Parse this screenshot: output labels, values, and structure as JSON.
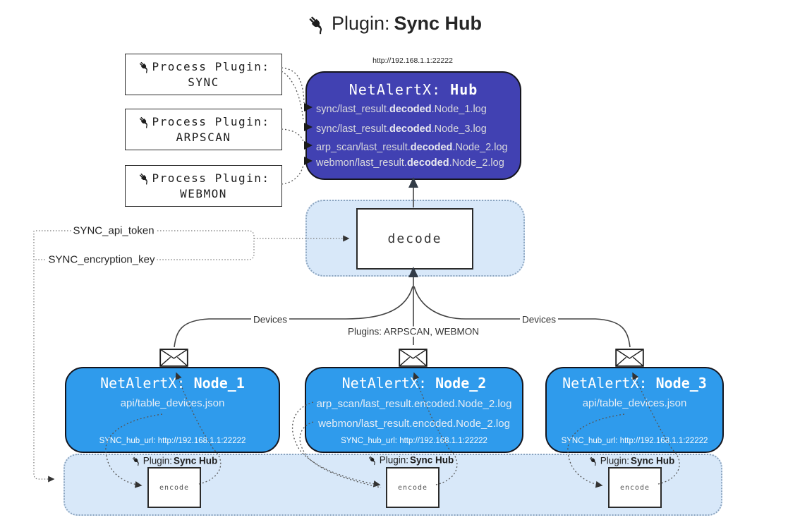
{
  "title": {
    "label": "Plugin:",
    "name": "Sync Hub"
  },
  "hub": {
    "url": "http://192.168.1.1:22222",
    "title_label": "NetAlertX: ",
    "title_name": "Hub",
    "logs": [
      {
        "pre": "sync/last_result.",
        "bold": "decoded",
        "post": ".Node_1.log"
      },
      {
        "pre": "sync/last_result.",
        "bold": "decoded",
        "post": ".Node_3.log"
      },
      {
        "pre": "arp_scan/last_result.",
        "bold": "decoded",
        "post": ".Node_2.log"
      },
      {
        "pre": "webmon/last_result.",
        "bold": "decoded",
        "post": ".Node_2.log"
      }
    ]
  },
  "process_plugins": [
    {
      "label": "Process Plugin:",
      "name": "SYNC"
    },
    {
      "label": "Process Plugin:",
      "name": "ARPSCAN"
    },
    {
      "label": "Process Plugin:",
      "name": "WEBMON"
    }
  ],
  "settings": {
    "api_token": "SYNC_api_token",
    "encryption_key": "SYNC_encryption_key"
  },
  "decode": {
    "label": "decode"
  },
  "encode": {
    "label": "encode"
  },
  "edges": {
    "devices_left": "Devices",
    "plugins_center": "Plugins: ARPSCAN, WEBMON",
    "devices_right": "Devices"
  },
  "nodes": [
    {
      "title_label": "NetAlertX: ",
      "title_name": "Node_1",
      "files": [
        "api/table_devices.json"
      ],
      "hub_url": "SYNC_hub_url: http://192.168.1.1:22222"
    },
    {
      "title_label": "NetAlertX: ",
      "title_name": "Node_2",
      "files": [
        "arp_scan/last_result.encoded.Node_2.log",
        "webmon/last_result.encoded.Node_2.log"
      ],
      "hub_url": "SYNC_hub_url: http://192.168.1.1:22222"
    },
    {
      "title_label": "NetAlertX: ",
      "title_name": "Node_3",
      "files": [
        "api/table_devices.json"
      ],
      "hub_url": "SYNC_hub_url: http://192.168.1.1:22222"
    }
  ],
  "sync_hub_plugin": {
    "label": "Plugin: ",
    "name": "Sync Hub"
  },
  "colors": {
    "hub": "#4141b2",
    "node": "#2f9bec",
    "band": "#d8e8f9"
  }
}
